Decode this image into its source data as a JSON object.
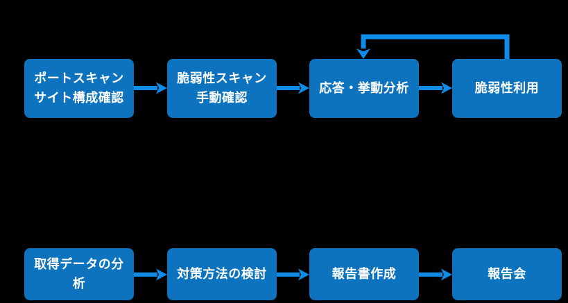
{
  "diagram": {
    "colors": {
      "background": "#000000",
      "box_fill": "#0D73BE",
      "arrow": "#0E8CE8",
      "text": "#FFFFFF"
    },
    "top_row": [
      {
        "label": "ポートスキャン\nサイト構成確認"
      },
      {
        "label": "脆弱性スキャン\n手動確認"
      },
      {
        "label": "応答・挙動分析"
      },
      {
        "label": "脆弱性利用"
      }
    ],
    "bottom_row": [
      {
        "label": "取得データの分\n析"
      },
      {
        "label": "対策方法の検討"
      },
      {
        "label": "報告書作成"
      },
      {
        "label": "報告会"
      }
    ]
  }
}
